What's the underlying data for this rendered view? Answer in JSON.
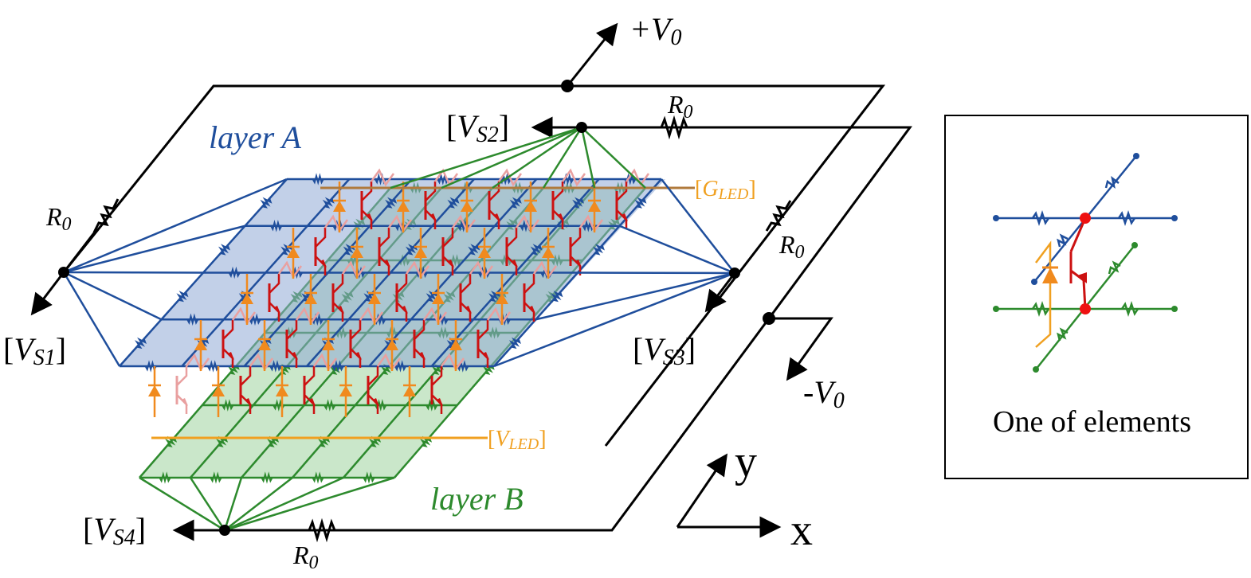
{
  "labels": {
    "plus_v0": "+V",
    "plus_v0_sub": "0",
    "minus_v0": "-V",
    "minus_v0_sub": "0",
    "vs1": "V",
    "vs1_sub": "S1",
    "vs2": "V",
    "vs2_sub": "S2",
    "vs3": "V",
    "vs3_sub": "S3",
    "vs4": "V",
    "vs4_sub": "S4",
    "r0": "R",
    "r0_sub": "0",
    "layer_a": "layer A",
    "layer_b": "layer B",
    "gled": "G",
    "gled_sub": "LED",
    "vled": "V",
    "vled_sub": "LED",
    "axis_x": "x",
    "axis_y": "y",
    "inset_caption": "One of elements"
  },
  "colors": {
    "layer_a_line": "#1f4e9c",
    "layer_a_fill": "#8fa9d6",
    "layer_b_line": "#2d8a2d",
    "layer_b_fill": "#9fd39f",
    "transistor": "#cc1111",
    "transistor_faded": "#e9a0a0",
    "led": "#f08a1e",
    "gled_line": "#b07a3c",
    "vled_line": "#f0a020",
    "node_red": "#ee1111",
    "black": "#000000"
  }
}
